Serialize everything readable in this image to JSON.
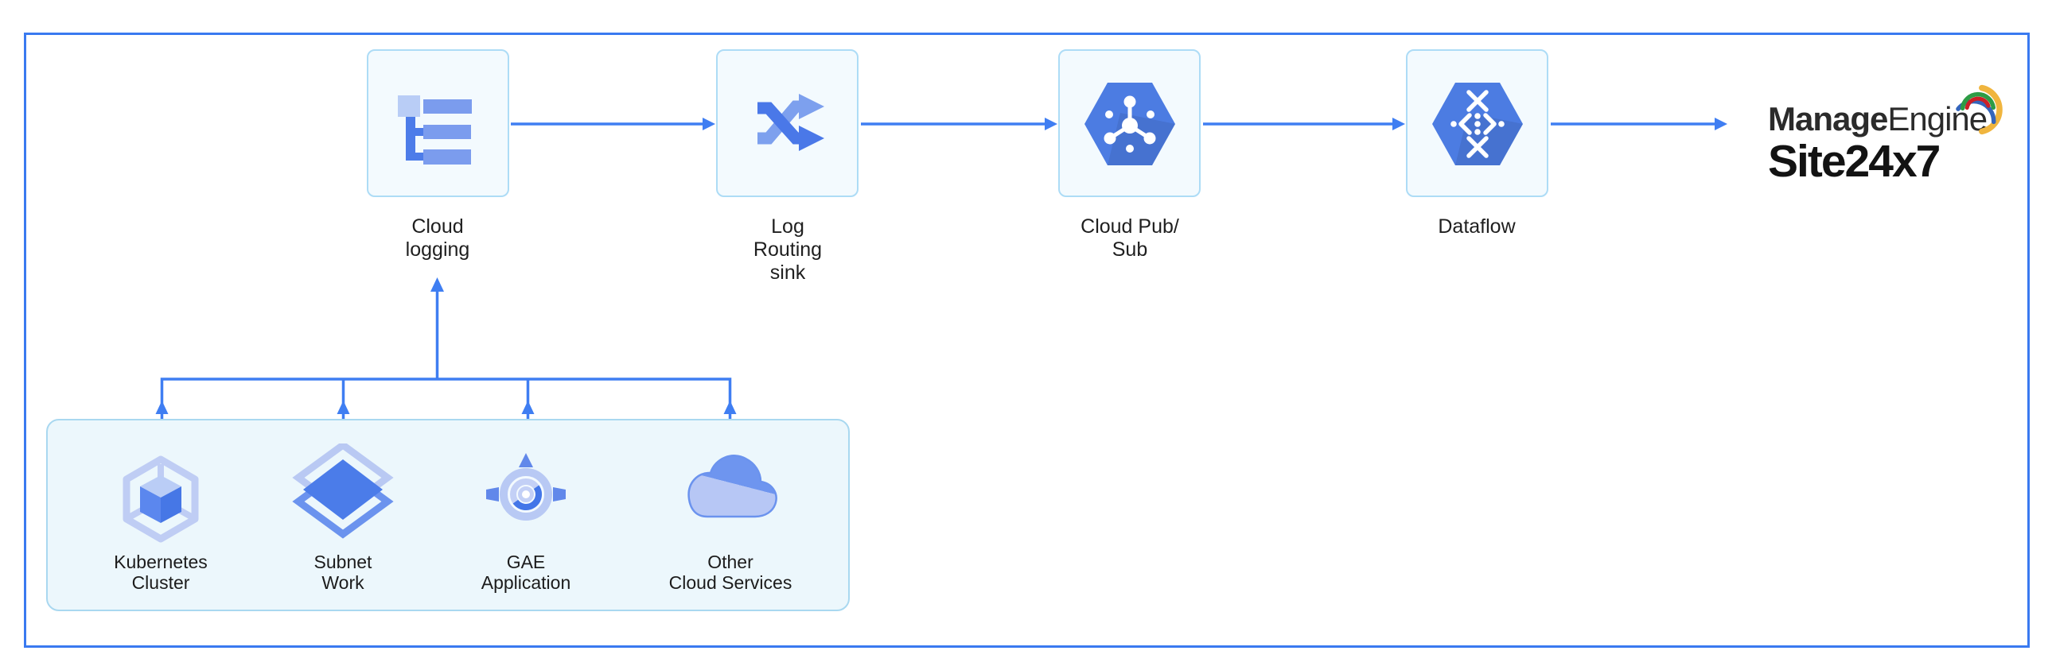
{
  "pipeline": {
    "nodes": [
      {
        "id": "cloud-logging",
        "label_lines": [
          "Cloud",
          "logging"
        ]
      },
      {
        "id": "log-routing-sink",
        "label_lines": [
          "Log",
          "Routing",
          "sink"
        ]
      },
      {
        "id": "cloud-pubsub",
        "label_lines": [
          "Cloud Pub/",
          "Sub"
        ]
      },
      {
        "id": "dataflow",
        "label_lines": [
          "Dataflow"
        ]
      }
    ]
  },
  "sources": {
    "items": [
      {
        "id": "kubernetes-cluster",
        "label_lines": [
          "Kubernetes",
          "Cluster"
        ]
      },
      {
        "id": "subnet-work",
        "label_lines": [
          "Subnet",
          "Work"
        ]
      },
      {
        "id": "gae-application",
        "label_lines": [
          "GAE",
          "Application"
        ]
      },
      {
        "id": "other-cloud-services",
        "label_lines": [
          "Other",
          "Cloud Services"
        ]
      }
    ]
  },
  "brand": {
    "name_bold": "Manage",
    "name_regular": "Engine",
    "product": "Site24x7"
  },
  "colors": {
    "connector_blue": "#3f7ef2",
    "frame_border": "#3a7af0",
    "node_fill": "#f3fafe",
    "node_border": "#addcf6",
    "group_fill": "#ecf7fc",
    "group_border": "#a9d8f0",
    "hexagon_blue": "#4c7ce2",
    "icon_dark_blue": "#4a7ae8",
    "icon_mid_blue": "#7b9dee",
    "icon_light_blue": "#b8c9f4",
    "label_text": "#1f1f1f",
    "brand_text": "#2b2b2b",
    "swirl_green": "#2d9c45",
    "swirl_red": "#cb2026",
    "swirl_blue": "#3465bb",
    "swirl_yellow": "#f0b53e"
  }
}
